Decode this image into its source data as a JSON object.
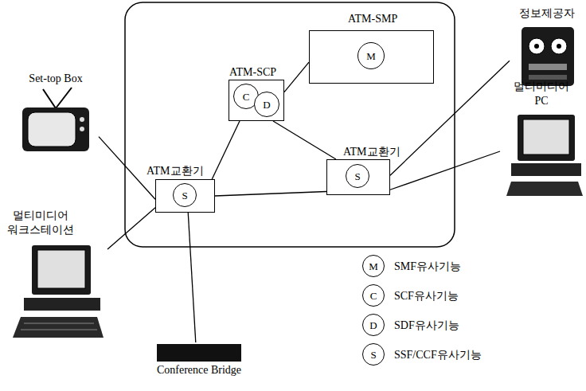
{
  "diagram": {
    "nodes": [
      {
        "text": [
          "ATM-SMP"
        ]
      },
      {
        "text": [
          "M"
        ],
        "in": 0
      },
      {
        "text": [
          "ATM-SCP"
        ]
      },
      {
        "text": [
          "C"
        ],
        "in": 2
      },
      {
        "text": [
          "D"
        ],
        "in": 2
      },
      {
        "text": [
          "정보제공자"
        ]
      },
      {
        "text": [
          "Set-top Box"
        ]
      },
      {
        "text": [
          "ATM교환기"
        ]
      },
      {
        "text": [
          "S"
        ],
        "in": 7
      },
      {
        "text": [
          "ATM교환기"
        ]
      },
      {
        "text": [
          "S"
        ],
        "in": 9
      },
      {
        "text": [
          "멀티미디어 PC"
        ]
      },
      {
        "text": [
          "멀티미디어 워크스테이션"
        ]
      },
      {
        "text": [
          "Conference Bridge"
        ]
      }
    ],
    "edges": [
      {
        "from": 6,
        "to": 7,
        "arrow": "none"
      },
      {
        "from": 12,
        "to": 7,
        "arrow": "none"
      },
      {
        "from": 7,
        "to": 13,
        "arrow": "none"
      },
      {
        "from": 7,
        "to": 9,
        "arrow": "none"
      },
      {
        "from": 7,
        "to": 2,
        "arrow": "none"
      },
      {
        "from": 2,
        "to": 0,
        "arrow": "none"
      },
      {
        "from": 2,
        "to": 9,
        "arrow": "none"
      },
      {
        "from": 9,
        "to": 5,
        "arrow": "none"
      },
      {
        "from": 9,
        "to": 11,
        "arrow": "none"
      }
    ],
    "labels": [
      "M",
      "C",
      "D",
      "S"
    ],
    "legend": [
      {
        "text": "SMF유사기능"
      },
      {
        "text": "SCF유사기능"
      },
      {
        "text": "SDF유사기능"
      },
      {
        "text": "SSF/CCF유사기능"
      }
    ]
  }
}
